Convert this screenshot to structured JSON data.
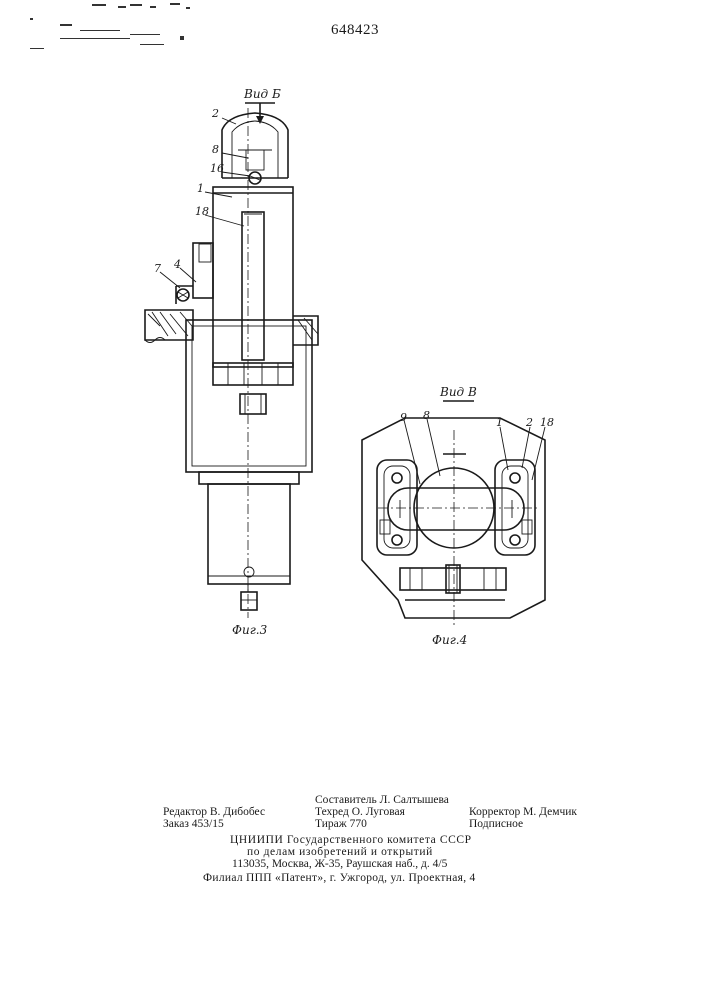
{
  "document": {
    "patent_number": "648423"
  },
  "figure_3": {
    "view_title": "Вид Б",
    "caption": "Фиг.3",
    "labels": [
      "2",
      "8",
      "16",
      "1",
      "18",
      "7",
      "4"
    ]
  },
  "figure_4": {
    "view_title": "Вид В",
    "caption": "Фиг.4",
    "labels": [
      "9",
      "8",
      "1",
      "2",
      "18"
    ]
  },
  "imprint": {
    "compiler": "Составитель Л. Салтышева",
    "editor": "Редактор В. Дибобес",
    "techred": "Техред О. Луговая",
    "corrector": "Корректор М. Демчик",
    "order": "Заказ 453/15",
    "circulation": "Тираж 770",
    "subscription": "Подписное",
    "org_line1": "ЦНИИПИ Государственного комитета СССР",
    "org_line2": "по делам изобретений и открытий",
    "address": "113035, Москва, Ж-35, Раушская наб., д. 4/5",
    "branch": "Филиал ППП «Патент», г. Ужгород, ул. Проектная, 4"
  }
}
